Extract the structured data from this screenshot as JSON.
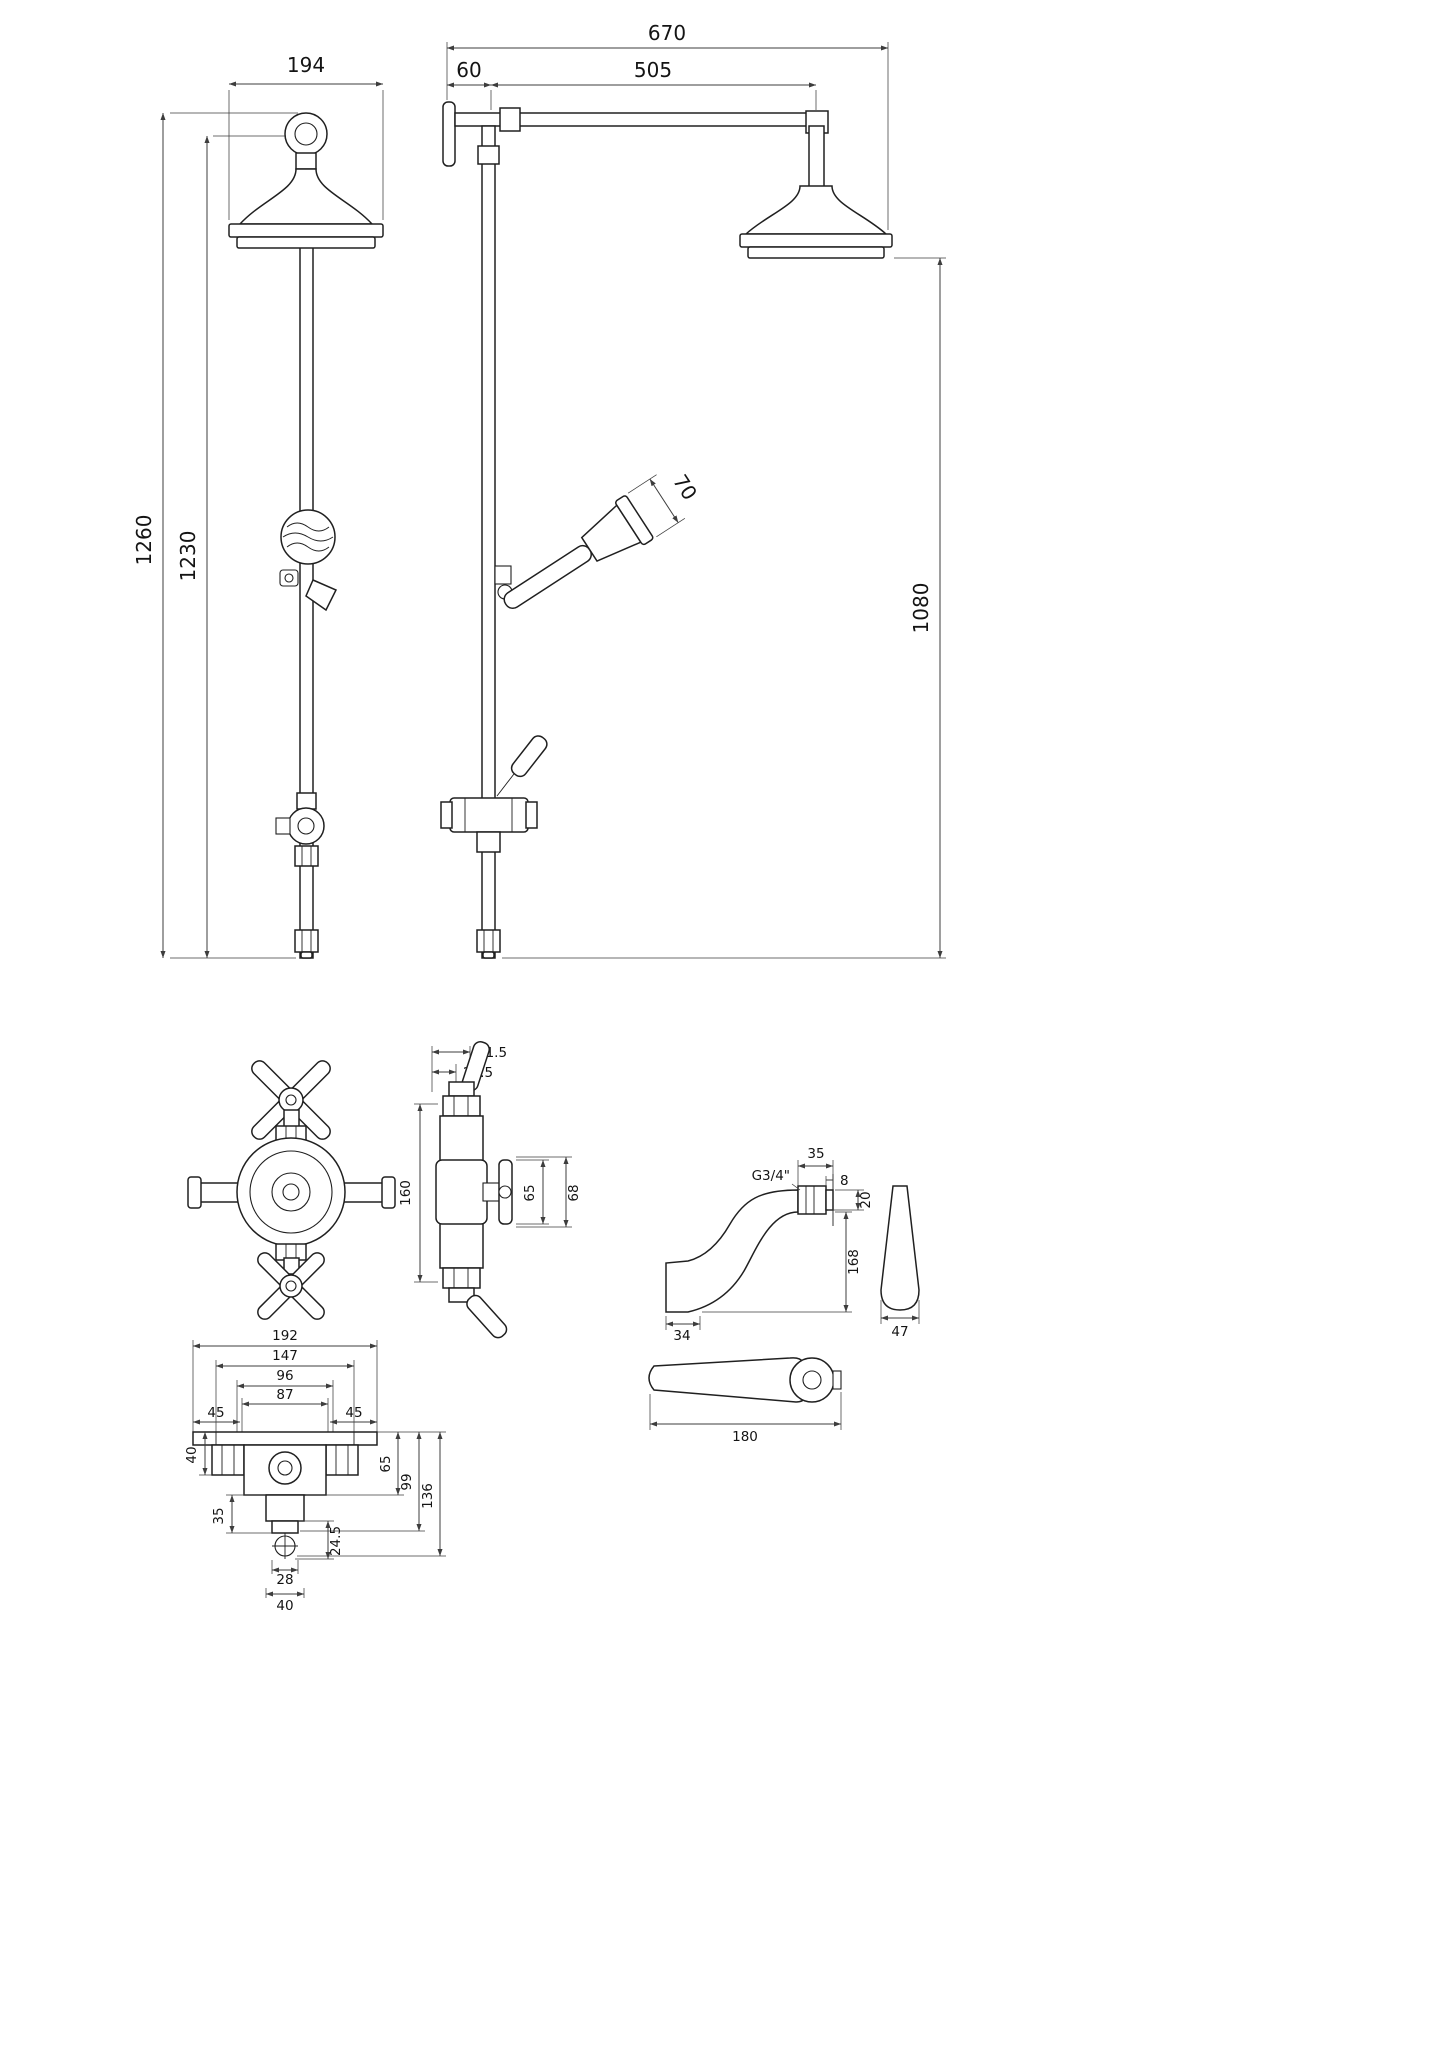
{
  "drawing": {
    "front_view": {
      "dim_head_width": "194",
      "dim_total_height": "1260",
      "dim_rail_height": "1230"
    },
    "side_view": {
      "dim_total_reach": "670",
      "dim_wall_offset": "60",
      "dim_arm_reach": "505",
      "dim_handset_head": "70",
      "dim_drop_height": "1080"
    },
    "valve_side_view": {
      "dim_lever_offset": "41.5",
      "dim_lever_inset": "24.5",
      "dim_body_height": "160",
      "dim_handle_width": "65",
      "dim_handle_depth": "68"
    },
    "valve_plan_view": {
      "dim_overall_width": "192",
      "dim_fixing_centres": "147",
      "dim_port_span": "96",
      "dim_body_width": "87",
      "dim_cap_left": "45",
      "dim_cap_right": "45",
      "dim_plate_depth": "40",
      "dim_depth_to_port": "65",
      "dim_depth_to_flange": "99",
      "dim_overall_depth": "136",
      "dim_outlet_section": "35",
      "dim_handle_offset": "24.5",
      "dim_outlet_width": "28",
      "dim_outlet_flange": "40"
    },
    "spout_view": {
      "thread_label": "G3/4\"",
      "dim_inlet_length": "35",
      "dim_wall_plate": "8",
      "dim_inlet_height": "20",
      "dim_spout_height": "168",
      "dim_outlet_width": "34",
      "dim_front_width": "47",
      "dim_lever_length": "180"
    }
  }
}
